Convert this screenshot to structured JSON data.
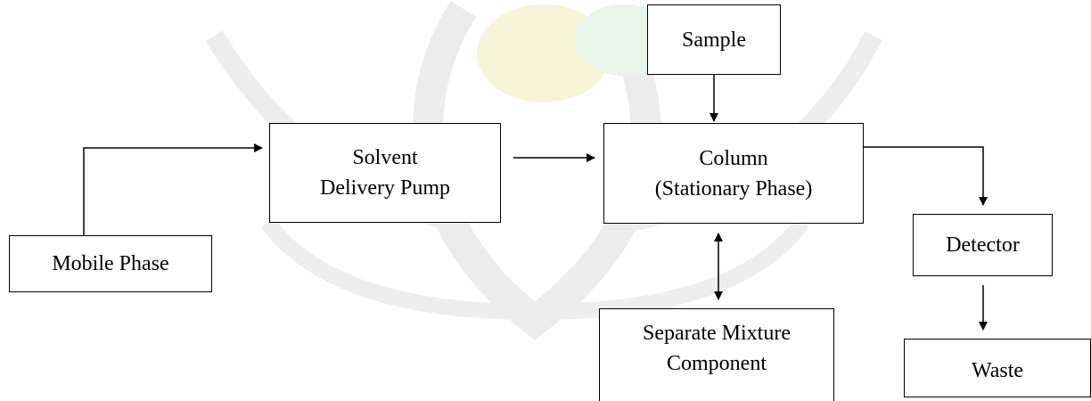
{
  "diagram": {
    "boxes": {
      "sample": {
        "lines": [
          "Sample"
        ]
      },
      "pump": {
        "lines": [
          "Solvent",
          "Delivery Pump"
        ]
      },
      "column": {
        "lines": [
          "Column",
          "(Stationary Phase)"
        ]
      },
      "mobile_phase": {
        "lines": [
          "Mobile Phase"
        ]
      },
      "detector": {
        "lines": [
          "Detector"
        ]
      },
      "separate": {
        "lines": [
          "Separate Mixture",
          "Component"
        ]
      },
      "waste": {
        "lines": [
          "Waste"
        ]
      }
    },
    "colors": {
      "line": "#000000",
      "box_border": "#000000",
      "watermark_green": "#e8f3ea",
      "watermark_yellow": "#fbf6d4",
      "watermark_gray": "#ececec"
    }
  }
}
